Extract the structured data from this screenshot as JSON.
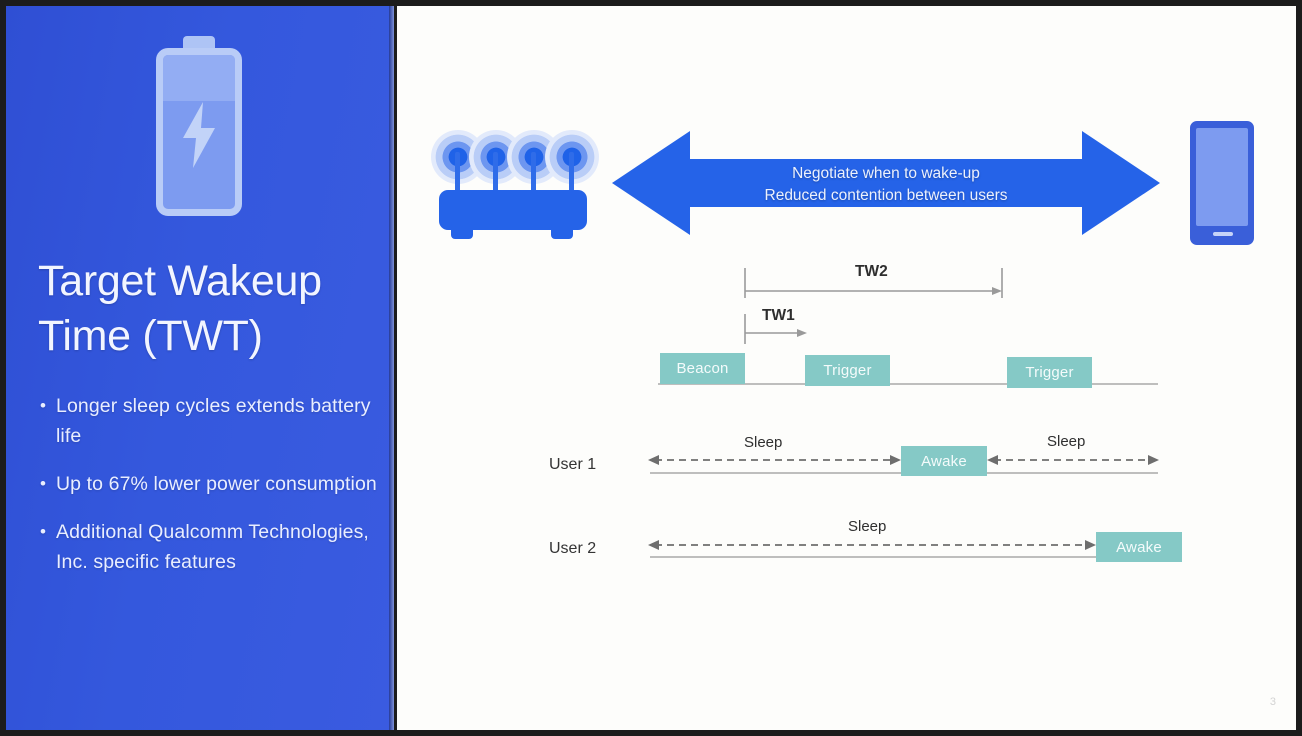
{
  "slide": {
    "page_number": "3",
    "accent_blue": "#3458dd",
    "accent_teal": "#85c9c6",
    "arrow_blue": "#2563e8"
  },
  "left": {
    "title": "Target Wakeup Time (TWT)",
    "battery_icon": "battery-charging-icon",
    "bullets": [
      {
        "marker": "•",
        "text": "Longer sleep cycles extends battery life"
      },
      {
        "marker": "•",
        "text": "Up to 67% lower power consumption"
      },
      {
        "marker": "•",
        "text": "Additional Qualcomm Technologies, Inc. specific features"
      }
    ]
  },
  "right": {
    "router_icon": "wifi-router-icon",
    "phone_icon": "smartphone-icon",
    "arrow": {
      "icon": "double-headed-arrow-icon",
      "line1": "Negotiate when to wake-up",
      "line2": "Reduced contention between users"
    },
    "timeline": {
      "tw2_label": "TW2",
      "tw1_label": "TW1",
      "blocks": [
        {
          "label": "Beacon"
        },
        {
          "label": "Trigger"
        },
        {
          "label": "Trigger"
        }
      ]
    },
    "users": [
      {
        "name": "User 1",
        "segments": [
          {
            "label": "Sleep",
            "kind": "sleep"
          },
          {
            "label": "Awake",
            "kind": "awake"
          },
          {
            "label": "Sleep",
            "kind": "sleep"
          }
        ]
      },
      {
        "name": "User 2",
        "segments": [
          {
            "label": "Sleep",
            "kind": "sleep"
          },
          {
            "label": "Awake",
            "kind": "awake"
          }
        ]
      }
    ]
  }
}
